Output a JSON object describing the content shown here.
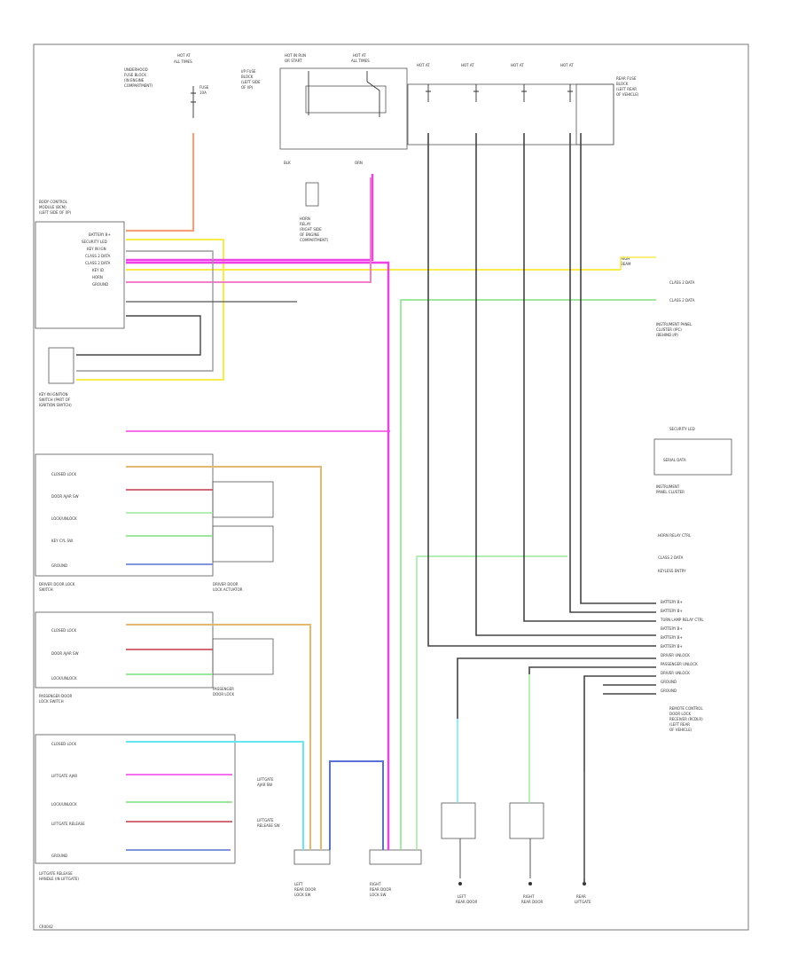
{
  "diagram": {
    "footer_code": "",
    "colors": {
      "orange": "#f4a07a",
      "yellow": "#f7ec4a",
      "magenta": "#f040e8",
      "pink": "#f37fc8",
      "green": "#7ee07e",
      "lightgreen": "#9be89b",
      "cyan": "#66e6f2",
      "tan": "#e3b870",
      "blue": "#5b70d6",
      "darkred": "#c0394a",
      "black": "#333333",
      "gray": "#9a9a9a"
    },
    "labels": {
      "fuse_block_top": "HOT AT ALL TIMES",
      "fuse_ign": "HOT IN RUN",
      "bcm_title": "BODY CONTROL MODULE",
      "battery_plus": "BATTERY B+",
      "security": "SECURITY",
      "driver_door": "DRIVER DOOR LOCK SWITCH",
      "passenger_door": "PASSENGER DOOR LOCK SWITCH",
      "liftgate": "LIFTGATE RELEASE",
      "horn_relay": "HORN RELAY",
      "instrument_cluster": "INSTRUMENT PANEL CLUSTER",
      "ground": "G",
      "door_ajar": "DOOR AJAR",
      "closed": "CLOSED",
      "lock_switch": "LOCK SWITCH",
      "key_in_ignition": "KEY IN IGNITION"
    }
  }
}
